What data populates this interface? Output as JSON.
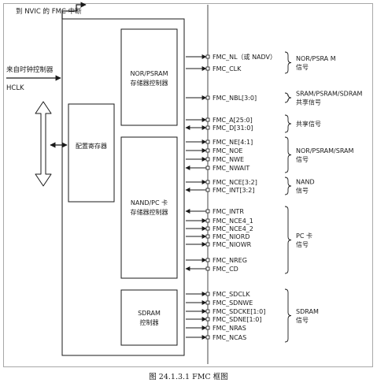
{
  "top_label": "到 NVIC 的 FMC 中断",
  "left_labels": {
    "incoming_signals": "来自时钟控制器",
    "hclk": "HCLK"
  },
  "blocks": {
    "nor": [
      "NOR/PSRAM",
      "存储器控制器"
    ],
    "config": [
      "配置寄存器"
    ],
    "nand": [
      "NAND/PC 卡",
      "存储器控制器"
    ],
    "sdram": [
      "SDRAM",
      "控制器"
    ]
  },
  "signals": [
    {
      "label": "FMC_NL（或 NADV）",
      "dir": "out"
    },
    {
      "label": "FMC_CLK",
      "dir": "out"
    },
    {
      "label": "FMC_NBL[3:0]",
      "dir": "out"
    },
    {
      "label": "FMC_A[25:0]",
      "dir": "out"
    },
    {
      "label": "FMC_D[31:0]",
      "dir": "bi"
    },
    {
      "label": "FMC_NE[4:1]",
      "dir": "out"
    },
    {
      "label": "FMC_NOE",
      "dir": "out"
    },
    {
      "label": "FMC_NWE",
      "dir": "out"
    },
    {
      "label": "FMC_NWAIT",
      "dir": "in"
    },
    {
      "label": "FMC_NCE[3:2]",
      "dir": "out"
    },
    {
      "label": "FMC_INT[3:2]",
      "dir": "in"
    },
    {
      "label": "FMC_INTR",
      "dir": "in"
    },
    {
      "label": "FMC_NCE4_1",
      "dir": "out"
    },
    {
      "label": "FMC_NCE4_2",
      "dir": "out"
    },
    {
      "label": "FMC_NIORD",
      "dir": "out"
    },
    {
      "label": "FMC_NIOWR",
      "dir": "out"
    },
    {
      "label": "FMC_NREG",
      "dir": "out"
    },
    {
      "label": "FMC_CD",
      "dir": "in"
    },
    {
      "label": "FMC_SDCLK",
      "dir": "out"
    },
    {
      "label": "FMC_SDNWE",
      "dir": "out"
    },
    {
      "label": "FMC_SDCKE[1:0]",
      "dir": "out"
    },
    {
      "label": "FMC_SDNE[1:0]",
      "dir": "out"
    },
    {
      "label": "FMC_NRAS",
      "dir": "out"
    },
    {
      "label": "FMC_NCAS",
      "dir": "out"
    }
  ],
  "groups": [
    {
      "label": [
        "NOR/PSRA M",
        "信号"
      ],
      "from": 0,
      "to": 1
    },
    {
      "label": [
        "SRAM/PSRAM/SDRAM",
        "共享信号"
      ],
      "from": 2,
      "to": 2
    },
    {
      "label": [
        "共享信号"
      ],
      "from": 3,
      "to": 4
    },
    {
      "label": [
        "NOR/PSRAM/SRAM",
        "信号"
      ],
      "from": 5,
      "to": 8
    },
    {
      "label": [
        "NAND",
        "信号"
      ],
      "from": 9,
      "to": 10
    },
    {
      "label": [
        "PC 卡",
        "信号"
      ],
      "from": 11,
      "to": 17
    },
    {
      "label": [
        "SDRAM",
        "信号"
      ],
      "from": 18,
      "to": 23
    }
  ],
  "caption": "图 24.1.3.1 FMC 框图"
}
